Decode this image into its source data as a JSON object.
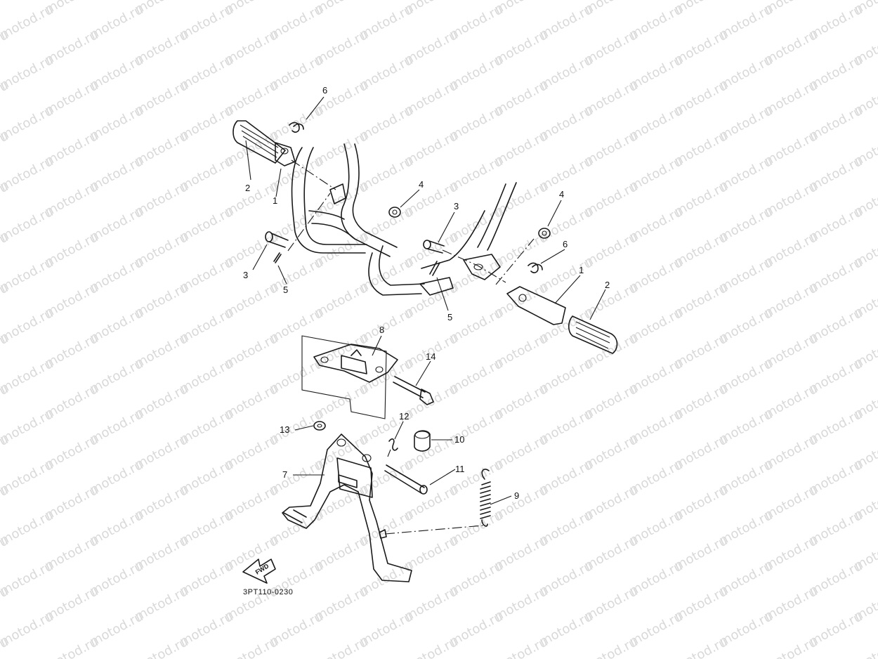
{
  "watermark": "motod.ru",
  "diagram_code": "3PT110-0230",
  "fwd_label": "FWD",
  "callouts": {
    "c1a": "1",
    "c2a": "2",
    "c3a": "3",
    "c4a": "4",
    "c5a": "5",
    "c6a": "6",
    "c1b": "1",
    "c2b": "2",
    "c3b": "3",
    "c4b": "4",
    "c5b": "5",
    "c6b": "6",
    "c7": "7",
    "c8": "8",
    "c9": "9",
    "c10": "10",
    "c11": "11",
    "c12": "12",
    "c13": "13",
    "c14": "14"
  },
  "colors": {
    "line": "#1a1a1a",
    "watermark": "#d9d9d9",
    "background": "#ffffff"
  }
}
